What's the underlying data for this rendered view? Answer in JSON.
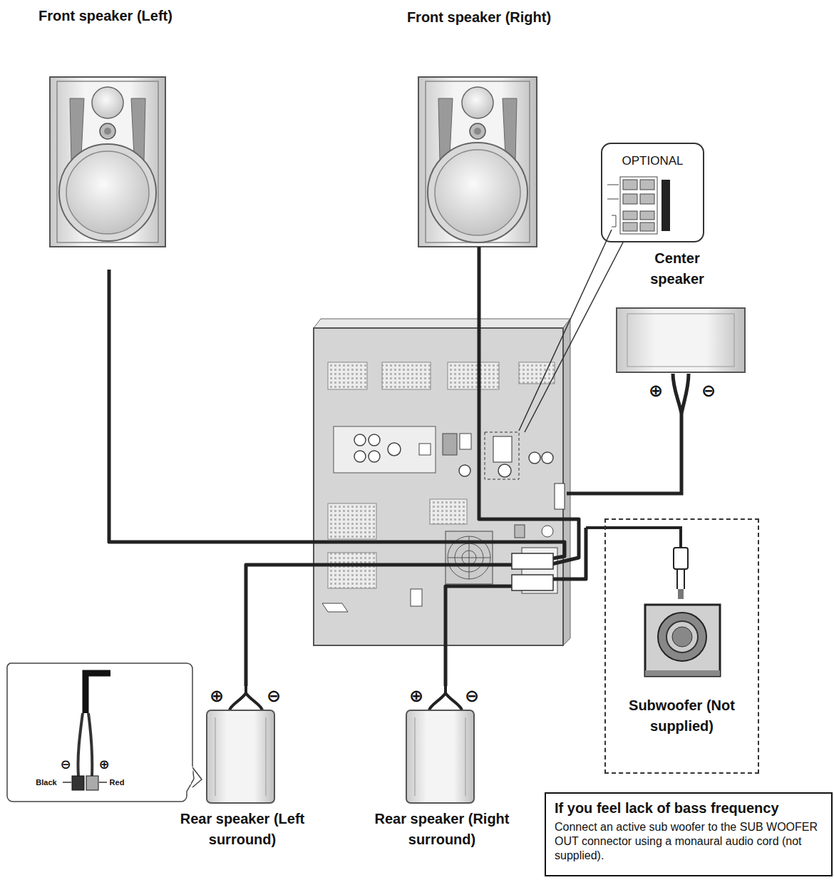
{
  "diagram": {
    "nodes": [
      {
        "text": [
          "Front speaker (Left)"
        ]
      },
      {
        "text": [
          "Front speaker (Right)"
        ]
      },
      {
        "text": [
          "OPTIONAL"
        ]
      },
      {
        "text": [
          "Center speaker"
        ]
      },
      {
        "text": [
          "Subwoofer (Not supplied)"
        ]
      },
      {
        "text": [
          "Rear speaker (Left surround)"
        ]
      },
      {
        "text": [
          "Rear speaker (Right surround)"
        ]
      },
      {
        "text": [
          "If you feel lack of bass frequency",
          "Connect an active sub woofer to the SUB WOOFER OUT connector using a monaural audio cord (not supplied)."
        ]
      }
    ],
    "labels": [
      "⊕",
      "⊖",
      "⊕",
      "⊖",
      "⊕",
      "⊖",
      "⊖",
      "⊕",
      "Black",
      "Red"
    ]
  }
}
